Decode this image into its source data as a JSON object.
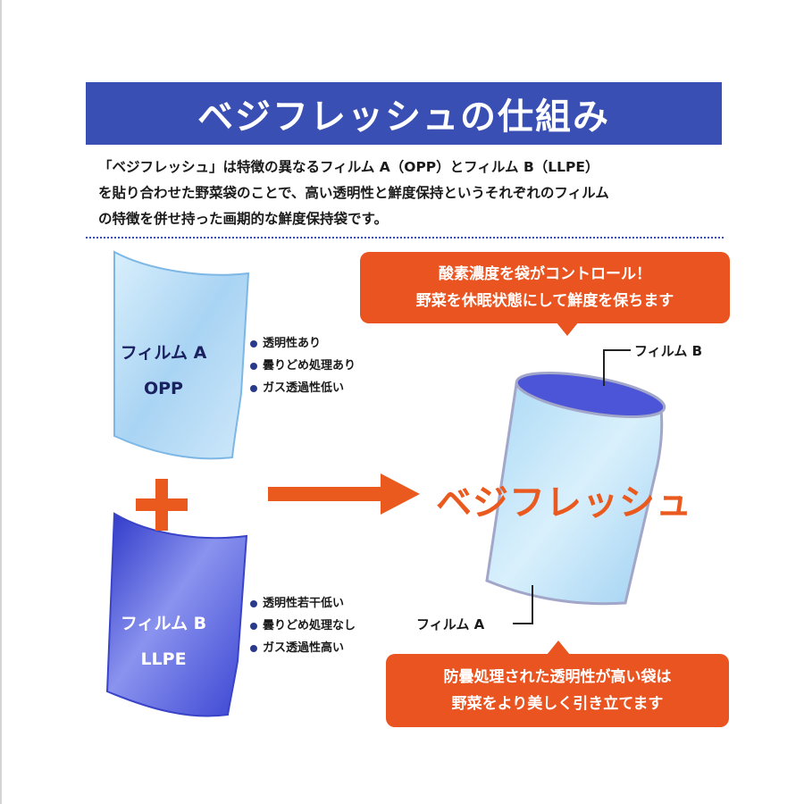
{
  "title": "ベジフレッシュの仕組み",
  "description": [
    "「ベジフレッシュ」は特徴の異なるフィルム A（OPP）とフィルム B（LLPE）",
    "を貼り合わせた野菜袋のことで、高い透明性と鮮度保持というそれぞれのフィルム",
    "の特徴を併せ持った画期的な鮮度保持袋です。"
  ],
  "film_a": {
    "name": "フィルム A",
    "material": "OPP",
    "features": [
      "透明性あり",
      "曇りどめ処理あり",
      "ガス透過性低い"
    ]
  },
  "film_b": {
    "name": "フィルム B",
    "material": "LLPE",
    "features": [
      "透明性若干低い",
      "曇りどめ処理なし",
      "ガス透過性高い"
    ]
  },
  "plus_symbol": "+",
  "product_name": "ベジフレッシュ",
  "callout_top": [
    "酸素濃度を袋がコントロール！",
    "野菜を休眠状態にして鮮度を保ちます"
  ],
  "callout_bottom": [
    "防曇処理された透明性が高い袋は",
    "野菜をより美しく引き立てます"
  ],
  "bag_label_top": "フィルム B",
  "bag_label_bottom": "フィルム A",
  "colors": {
    "banner_blue": "#3a4fb4",
    "accent_orange": "#e95420",
    "film_a_light_blue": "#b8dcf6",
    "film_b_blue": "#4a56d8"
  }
}
